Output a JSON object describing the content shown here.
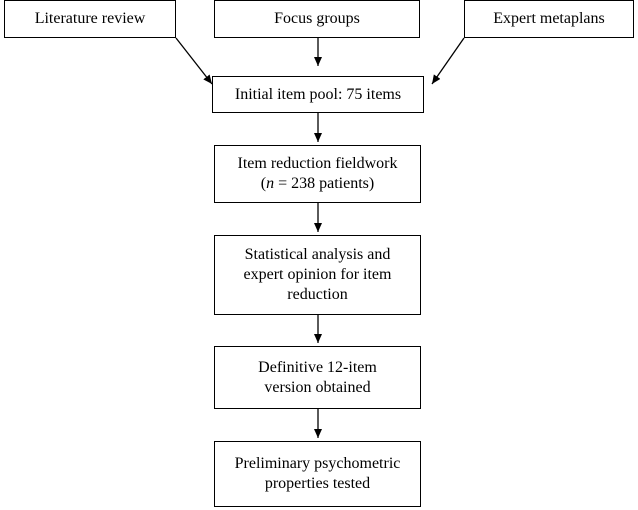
{
  "diagram": {
    "sources": {
      "literature_review": "Literature review",
      "focus_groups": "Focus groups",
      "expert_metaplans": "Expert metaplans"
    },
    "steps": {
      "initial_pool": "Initial item pool: 75 items",
      "reduction_fieldwork": {
        "line1": "Item reduction fieldwork",
        "line2_open": "(",
        "line2_var": "n",
        "line2_rest": " = 238 patients)"
      },
      "statistical_analysis": {
        "line1": "Statistical analysis and",
        "line2": "expert opinion for item",
        "line3": "reduction"
      },
      "definitive_version": {
        "line1": "Definitive 12-item",
        "line2": "version obtained"
      },
      "psychometric": {
        "line1": "Preliminary psychometric",
        "line2": "properties tested"
      }
    },
    "colors": {
      "stroke": "#000000",
      "background": "#ffffff"
    }
  }
}
